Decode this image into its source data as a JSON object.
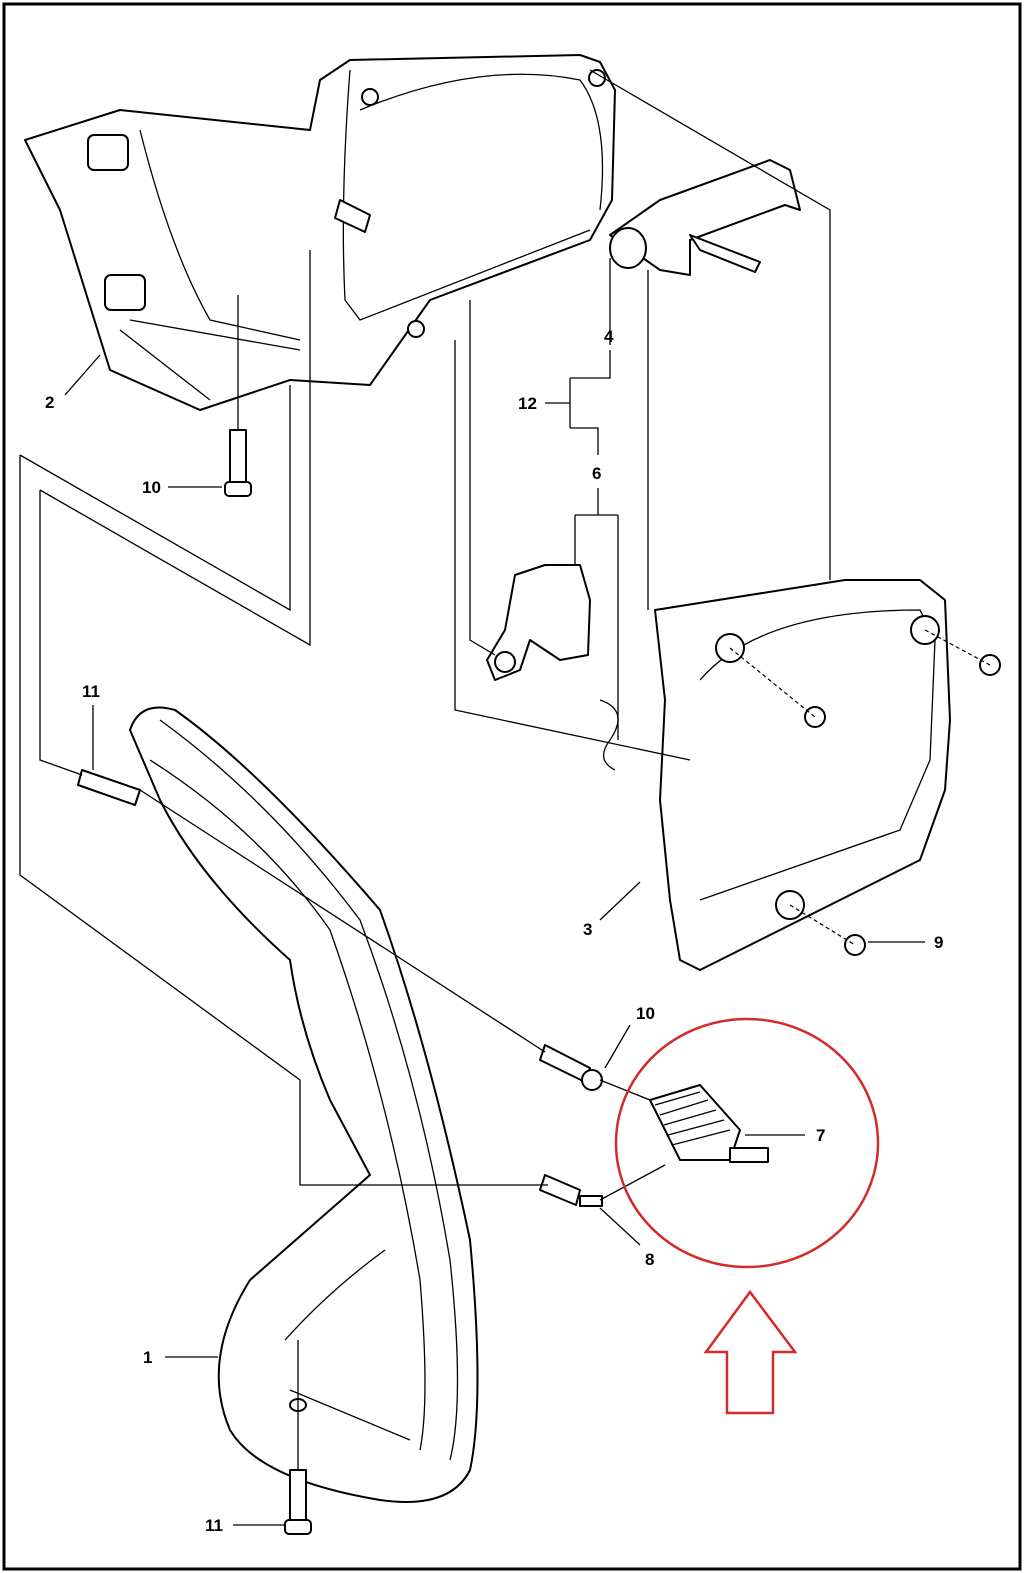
{
  "diagram": {
    "title": "Front handle / chain brake exploded parts diagram",
    "part_labels": {
      "p1": "1",
      "p2": "2",
      "p3": "3",
      "p4": "4",
      "p6": "6",
      "p7": "7",
      "p8": "8",
      "p9": "9",
      "p10a": "10",
      "p10b": "10",
      "p11a": "11",
      "p11b": "11",
      "p12": "12"
    },
    "highlight": {
      "part": "7",
      "color": "#d42a2a"
    }
  }
}
